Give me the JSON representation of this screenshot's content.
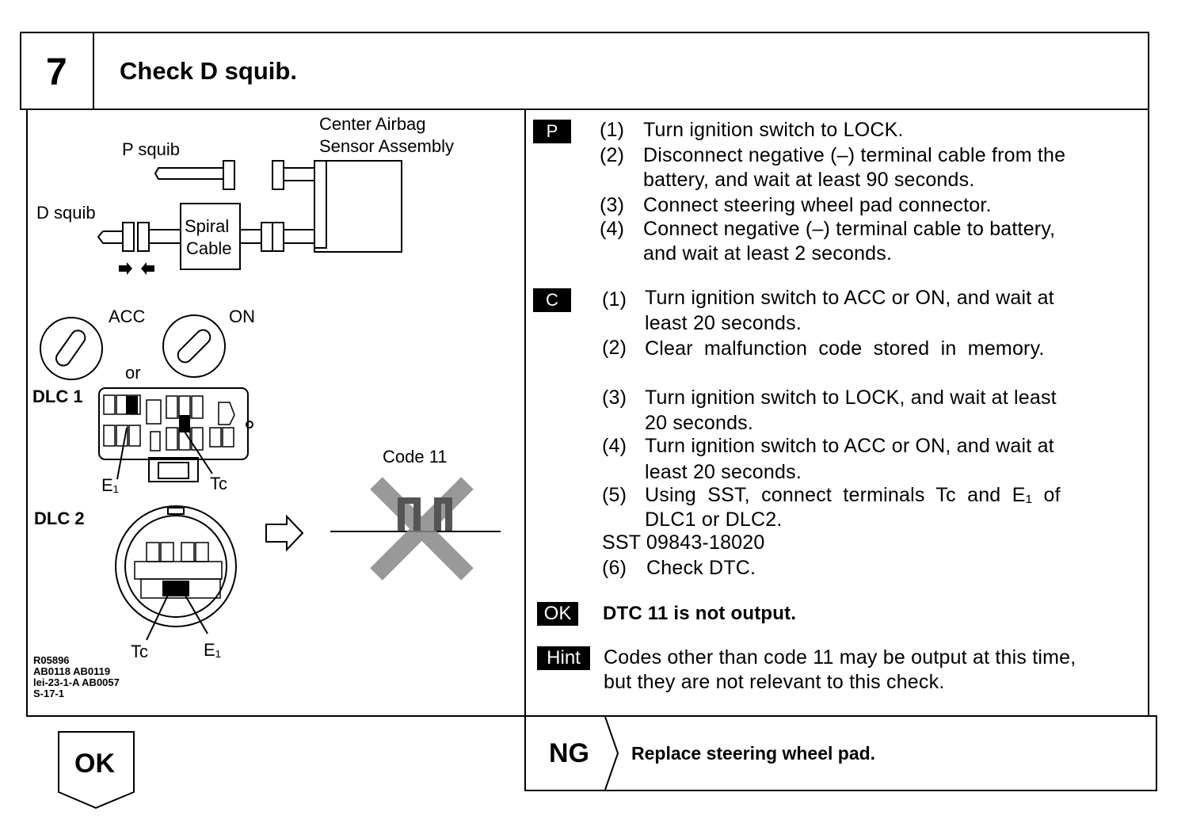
{
  "header": {
    "step_number": "7",
    "title": "Check D squib."
  },
  "diagram": {
    "labels": {
      "center_airbag_1": "Center Airbag",
      "center_airbag_2": "Sensor Assembly",
      "p_squib": "P squib",
      "d_squib": "D squib",
      "spiral_1": "Spiral",
      "spiral_2": "Cable",
      "acc": "ACC",
      "on": "ON",
      "or": "or",
      "dlc1": "DLC 1",
      "dlc2": "DLC 2",
      "e1_top": "E₁",
      "tc_top": "Tc",
      "tc_bottom": "Tc",
      "e1_bottom": "E₁",
      "code11": "Code 11"
    },
    "refs": "R05896\nAB0118 AB0119\nlei-23-1-A AB0057\nS-17-1"
  },
  "instructions": {
    "p_badge": "P",
    "p_steps": [
      {
        "num": "(1)",
        "lines": [
          "Turn ignition switch to LOCK."
        ]
      },
      {
        "num": "(2)",
        "lines": [
          "Disconnect negative (–) terminal cable from the",
          "battery, and wait at least 90 seconds."
        ]
      },
      {
        "num": "(3)",
        "lines": [
          "Connect steering wheel pad connector."
        ]
      },
      {
        "num": "(4)",
        "lines": [
          "Connect negative (–) terminal cable to battery,",
          "and wait at least 2 seconds."
        ]
      }
    ],
    "c_badge": "C",
    "c_steps": [
      {
        "num": "(1)",
        "lines": [
          "Turn ignition switch to ACC or ON, and wait at",
          "least 20 seconds."
        ]
      },
      {
        "num": "(2)",
        "lines": [
          "Clear  malfunction  code  stored  in  memory."
        ]
      },
      {
        "num": "(3)",
        "lines": [
          "Turn ignition switch to LOCK, and wait at least",
          "20 seconds."
        ]
      },
      {
        "num": "(4)",
        "lines": [
          "Turn ignition switch to ACC or ON, and wait at",
          "least 20 seconds."
        ]
      },
      {
        "num": "(5)",
        "lines": [
          "Using  SST,  connect  terminals  Tc  and  E₁  of",
          "DLC1 or DLC2."
        ]
      }
    ],
    "sst": "SST 09843-18020",
    "c_step6": {
      "num": "(6)",
      "lines": [
        "Check DTC."
      ]
    },
    "ok_badge": "OK",
    "ok_text": "DTC 11 is not output.",
    "hint_badge": "Hint",
    "hint_lines": [
      "Codes other than code 11 may be output at this time,",
      "but they are not relevant to this check."
    ]
  },
  "result": {
    "ok_label": "OK",
    "ng_label": "NG",
    "ng_text": "Replace steering wheel pad."
  }
}
